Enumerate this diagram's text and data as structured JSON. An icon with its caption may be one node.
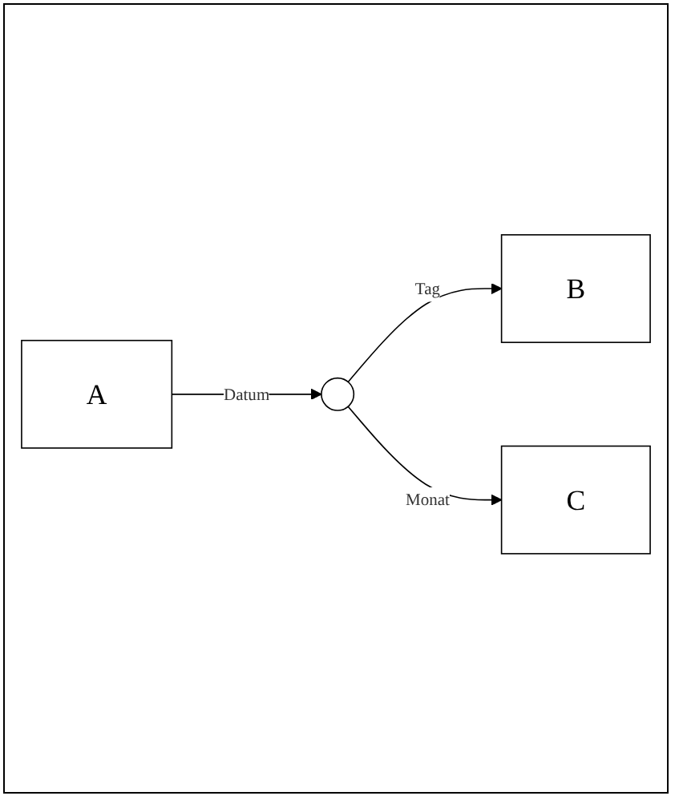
{
  "diagram": {
    "nodes": [
      {
        "text": [
          "A"
        ]
      },
      {
        "text": [],
        "shape": "circle"
      },
      {
        "text": [
          "B"
        ]
      },
      {
        "text": [
          "C"
        ]
      }
    ],
    "edges": [
      {
        "from": 0,
        "to": 1,
        "arrow": "to",
        "label": "Datum"
      },
      {
        "from": 1,
        "to": 2,
        "arrow": "to",
        "label": "Tag"
      },
      {
        "from": 1,
        "to": 3,
        "arrow": "to",
        "label": "Monat"
      }
    ]
  }
}
